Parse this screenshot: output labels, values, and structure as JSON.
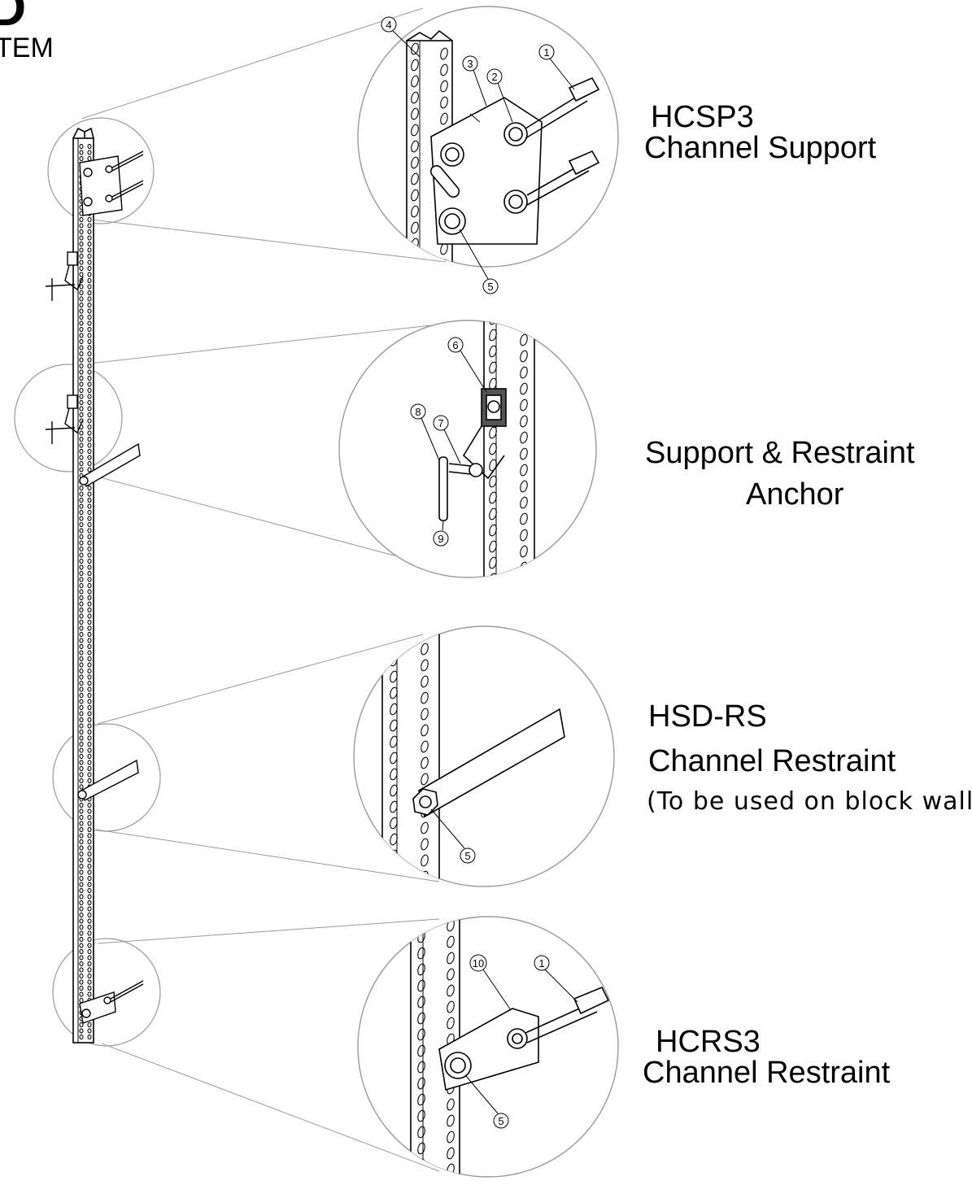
{
  "header": {
    "fragment_large": "D",
    "fragment_small": "TEM"
  },
  "sections": [
    {
      "id": "hcsp3",
      "title": "HCSP3",
      "subtitle": "Channel Support"
    },
    {
      "id": "sra",
      "title": "Support & Restraint",
      "subtitle": "Anchor"
    },
    {
      "id": "hsdrs",
      "title": "HSD-RS",
      "subtitle": "Channel Restraint",
      "note": "(To be used on block wall)"
    },
    {
      "id": "hcrs3",
      "title": "HCRS3",
      "subtitle": "Channel Restraint"
    }
  ],
  "callouts": {
    "detail1": [
      "4",
      "3",
      "2",
      "1",
      "5"
    ],
    "detail2": [
      "6",
      "8",
      "7",
      "9"
    ],
    "detail3": [
      "5"
    ],
    "detail4": [
      "10",
      "1",
      "5"
    ]
  },
  "colors": {
    "line": "#000000",
    "leader": "#9a9a9a",
    "background": "#ffffff"
  }
}
